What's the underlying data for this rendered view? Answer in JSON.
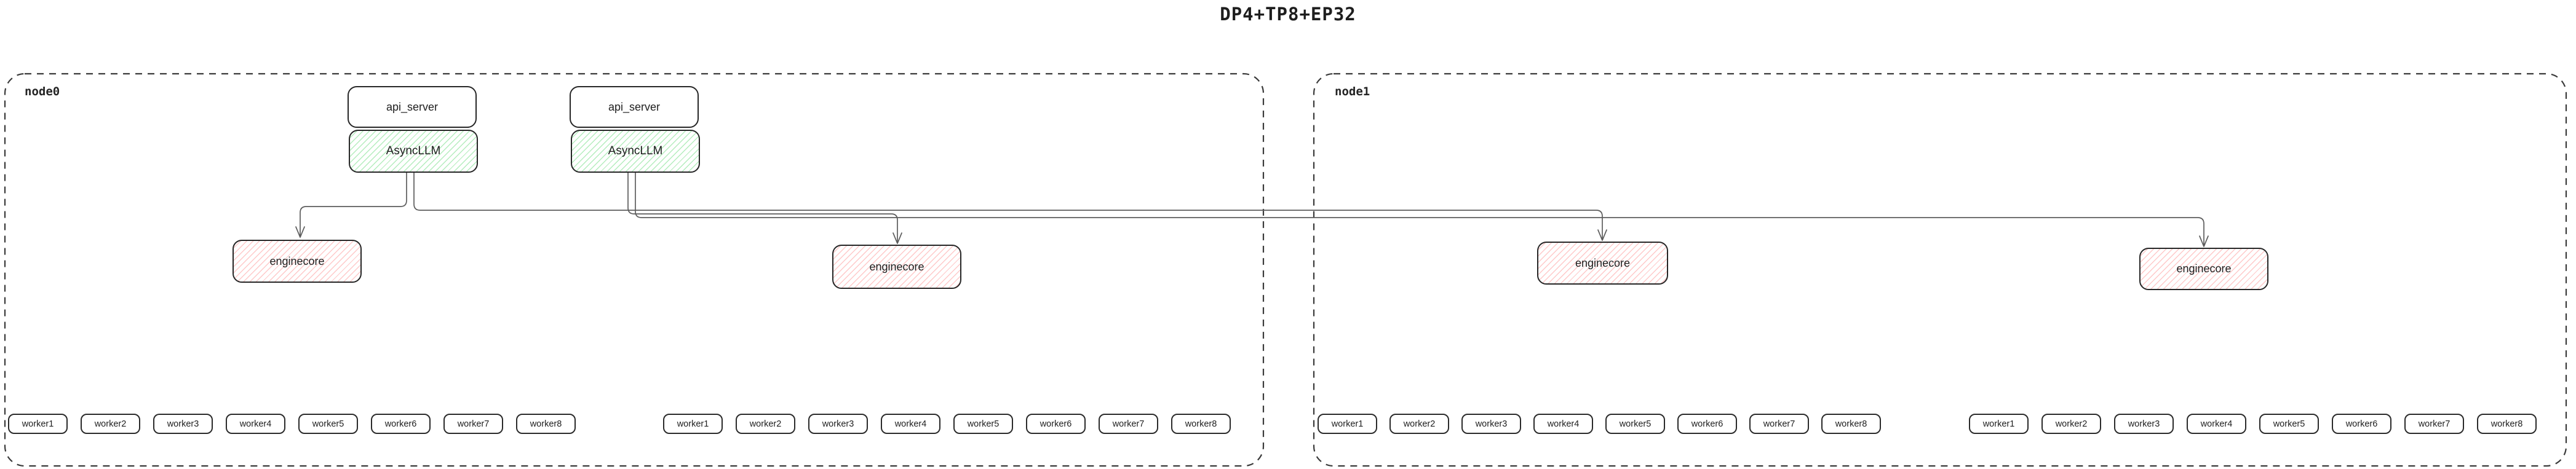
{
  "title": "DP4+TP8+EP32",
  "colors": {
    "box_border": "#1e1e1e",
    "node_border": "#3a3a3a",
    "connector": "#5c5c5c",
    "asyncllm_hatch_green": "#69db7c",
    "enginecore_hatch_red": "#ff8787"
  },
  "nodes": [
    {
      "label": "node0",
      "stacks": [
        {
          "api_server": "api_server",
          "asyncllm": "AsyncLLM"
        },
        {
          "api_server": "api_server",
          "asyncllm": "AsyncLLM"
        }
      ],
      "enginecores": [
        "enginecore",
        "enginecore"
      ],
      "worker_groups": [
        [
          "worker1",
          "worker2",
          "worker3",
          "worker4",
          "worker5",
          "worker6",
          "worker7",
          "worker8"
        ],
        [
          "worker1",
          "worker2",
          "worker3",
          "worker4",
          "worker5",
          "worker6",
          "worker7",
          "worker8"
        ]
      ]
    },
    {
      "label": "node1",
      "stacks": [],
      "enginecores": [
        "enginecore",
        "enginecore"
      ],
      "worker_groups": [
        [
          "worker1",
          "worker2",
          "worker3",
          "worker4",
          "worker5",
          "worker6",
          "worker7",
          "worker8"
        ],
        [
          "worker1",
          "worker2",
          "worker3",
          "worker4",
          "worker5",
          "worker6",
          "worker7",
          "worker8"
        ]
      ]
    }
  ]
}
